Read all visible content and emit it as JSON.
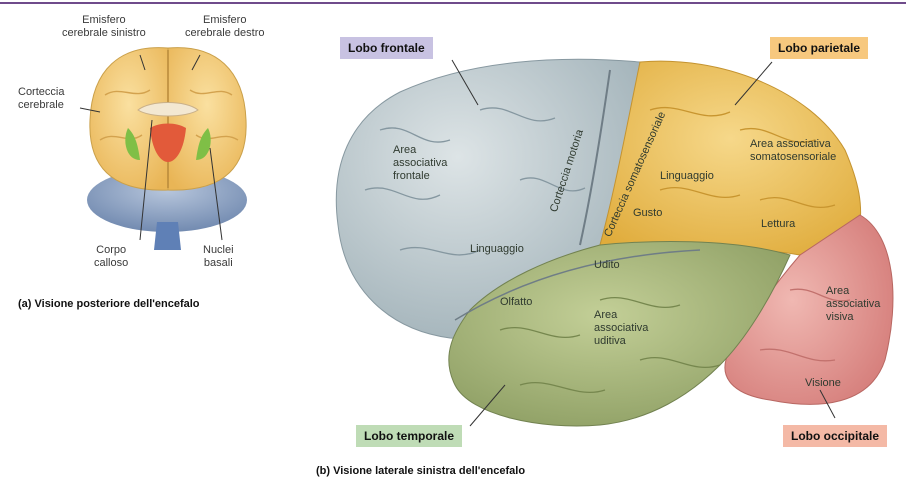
{
  "posterior_view": {
    "label_left_hemisphere": "Emisfero\ncerebrale sinistro",
    "label_right_hemisphere": "Emisfero\ncerebrale destro",
    "label_cortex": "Corteccia\ncerebrale",
    "label_corpus_callosum": "Corpo\ncalloso",
    "label_basal_nuclei": "Nuclei\nbasali",
    "caption": "(a) Visione posteriore dell'encefalo"
  },
  "lateral_view": {
    "lobes": {
      "frontal": "Lobo frontale",
      "parietal": "Lobo parietale",
      "temporal": "Lobo temporale",
      "occipital": "Lobo occipitale"
    },
    "areas": {
      "frontal_assoc": "Area\nassociativa\nfrontale",
      "motor_cortex": "Corteccia motoria",
      "somatosensory_cortex": "Corteccia somatosensoriale",
      "somatosensory_assoc": "Area associativa\nsomatosensoriale",
      "language_frontal": "Linguaggio",
      "language_parietal": "Linguaggio",
      "taste": "Gusto",
      "reading": "Lettura",
      "hearing": "Udito",
      "smell": "Olfatto",
      "auditory_assoc": "Area\nassociativa\nuditiva",
      "visual_assoc": "Area\nassociativa\nvisiva",
      "vision": "Visione"
    },
    "caption": "(b) Visione laterale sinistra dell'encefalo"
  },
  "colors": {
    "frontal": "#b9c6cc",
    "parietal": "#efc45e",
    "temporal": "#a8b77d",
    "occipital": "#e39a95",
    "cerebellum": "#8fa4c4",
    "frontal_box": "#c8c2e2",
    "parietal_box": "#f7c87e",
    "temporal_box": "#bfdcb6",
    "occipital_box": "#f4b9a6",
    "top_rule": "#6f4b8b"
  }
}
